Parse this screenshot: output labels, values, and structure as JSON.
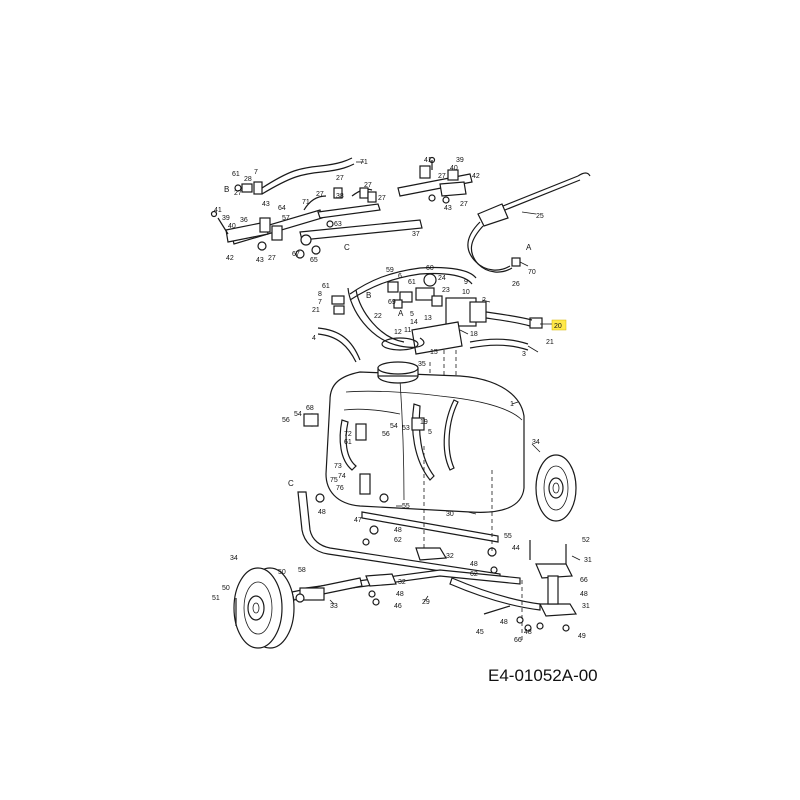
{
  "diagram": {
    "code": "E4-01052A-00",
    "highlight_color": "#ffe94a",
    "highlighted_part": "20",
    "letters": [
      "A",
      "B",
      "C"
    ],
    "parts": {
      "p1": "1",
      "p2": "2",
      "p3": "3",
      "p4": "4",
      "p5": "5",
      "p6": "6",
      "p7": "7",
      "p8": "8",
      "p9": "9",
      "p10": "10",
      "p11": "11",
      "p12": "12",
      "p13": "13",
      "p14": "14",
      "p15": "15",
      "p18": "18",
      "p19": "19",
      "p20": "20",
      "p21": "21",
      "p22": "22",
      "p23": "23",
      "p24": "24",
      "p25": "25",
      "p26": "26",
      "p27": "27",
      "p28": "28",
      "p29": "29",
      "p30": "30",
      "p31": "31",
      "p32": "32",
      "p33": "33",
      "p34": "34",
      "p35": "35",
      "p36": "36",
      "p37": "37",
      "p38": "38",
      "p39": "39",
      "p40": "40",
      "p41": "41",
      "p42": "42",
      "p43": "43",
      "p44": "44",
      "p45": "45",
      "p46": "46",
      "p47": "47",
      "p48": "48",
      "p49": "49",
      "p50": "50",
      "p51": "51",
      "p52": "52",
      "p53": "53",
      "p54": "54",
      "p55": "55",
      "p56": "56",
      "p57": "57",
      "p58": "58",
      "p59": "59",
      "p60": "60",
      "p61": "61",
      "p62": "62",
      "p63": "63",
      "p64": "64",
      "p65": "65",
      "p66": "66",
      "p67": "67",
      "p68": "68",
      "p69": "69",
      "p70": "70",
      "p71": "71",
      "p72": "72",
      "p73": "73",
      "p74": "74",
      "p75": "75",
      "p76": "76"
    }
  }
}
